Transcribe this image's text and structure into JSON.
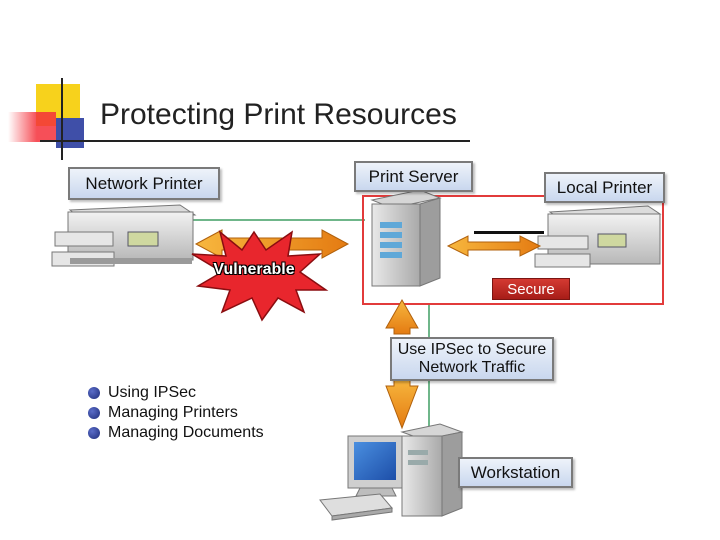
{
  "slide": {
    "title": "Protecting Print Resources"
  },
  "diagram": {
    "network_printer_label": "Network Printer",
    "print_server_label": "Print Server",
    "local_printer_label": "Local Printer",
    "vulnerable_label": "Vulnerable",
    "secure_label": "Secure",
    "ipsec_label_line1": "Use IPSec to Secure",
    "ipsec_label_line2": "Network Traffic",
    "workstation_label": "Workstation"
  },
  "bullets": [
    {
      "text": "Using IPSec"
    },
    {
      "text": "Managing Printers"
    },
    {
      "text": "Managing Documents"
    }
  ],
  "colors": {
    "accent_red": "#e23b3b",
    "arrow_orange": "#f39a1e",
    "line_green": "#6fb68a"
  }
}
